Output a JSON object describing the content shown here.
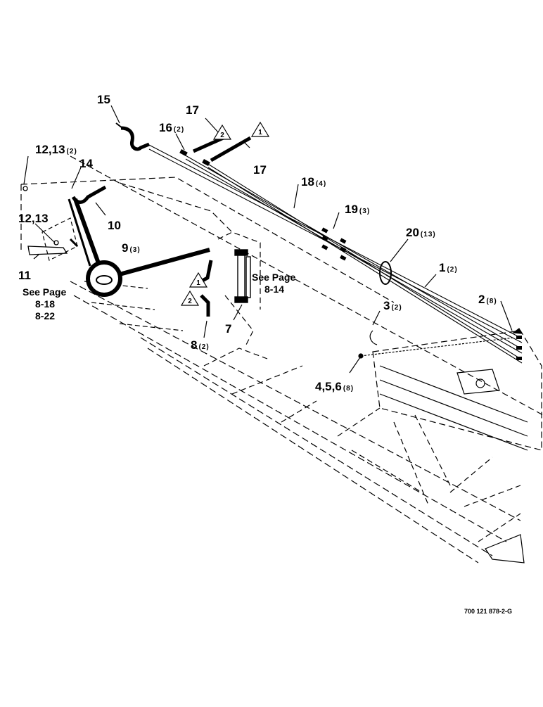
{
  "callouts": [
    {
      "id": "c15",
      "num": "15",
      "qty": ""
    },
    {
      "id": "c17a",
      "num": "17",
      "qty": ""
    },
    {
      "id": "c16",
      "num": "16",
      "qty": "(2)"
    },
    {
      "id": "c12a",
      "num": "12,13",
      "qty": "(2)"
    },
    {
      "id": "c14",
      "num": "14",
      "qty": ""
    },
    {
      "id": "c17b",
      "num": "17",
      "qty": ""
    },
    {
      "id": "c18",
      "num": "18",
      "qty": "(4)"
    },
    {
      "id": "c19",
      "num": "19",
      "qty": "(3)"
    },
    {
      "id": "c12b",
      "num": "12,13",
      "qty": ""
    },
    {
      "id": "c10",
      "num": "10",
      "qty": ""
    },
    {
      "id": "c20",
      "num": "20",
      "qty": "(13)"
    },
    {
      "id": "c9",
      "num": "9",
      "qty": "(3)"
    },
    {
      "id": "c1",
      "num": "1",
      "qty": "(2)"
    },
    {
      "id": "c11",
      "num": "11",
      "qty": ""
    },
    {
      "id": "c3",
      "num": "3",
      "qty": "(2)"
    },
    {
      "id": "c2",
      "num": "2",
      "qty": "(8)"
    },
    {
      "id": "c7",
      "num": "7",
      "qty": ""
    },
    {
      "id": "c8",
      "num": "8",
      "qty": "(2)"
    },
    {
      "id": "c4",
      "num": "4,5,6",
      "qty": "(8)"
    }
  ],
  "page_refs": {
    "left": {
      "title": "See Page",
      "line1": "8-18",
      "line2": "8-22"
    },
    "center": {
      "title": "See Page",
      "line1": "8-14"
    }
  },
  "triangle_markers": [
    "2",
    "1",
    "1",
    "2"
  ],
  "figure_id": "700 121 878-2-G"
}
